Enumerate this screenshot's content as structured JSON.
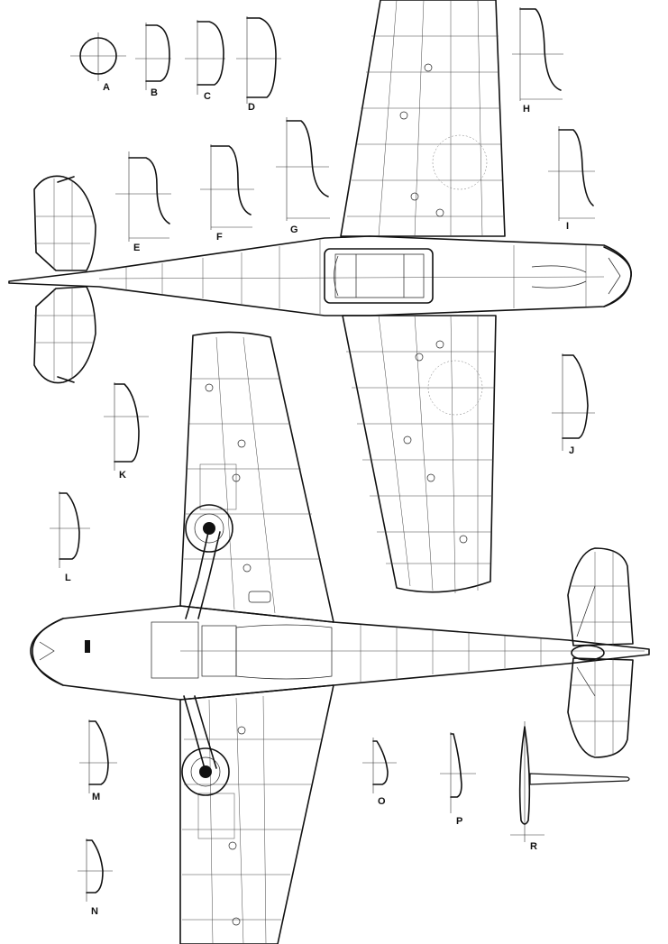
{
  "section_labels": {
    "A": "A",
    "B": "B",
    "C": "C",
    "D": "D",
    "E": "E",
    "F": "F",
    "G": "G",
    "H": "H",
    "I": "I",
    "J": "J",
    "K": "K",
    "L": "L",
    "M": "M",
    "N": "N",
    "O": "O",
    "P": "P",
    "R": "R"
  },
  "views": [
    "top-view",
    "bottom-view"
  ]
}
